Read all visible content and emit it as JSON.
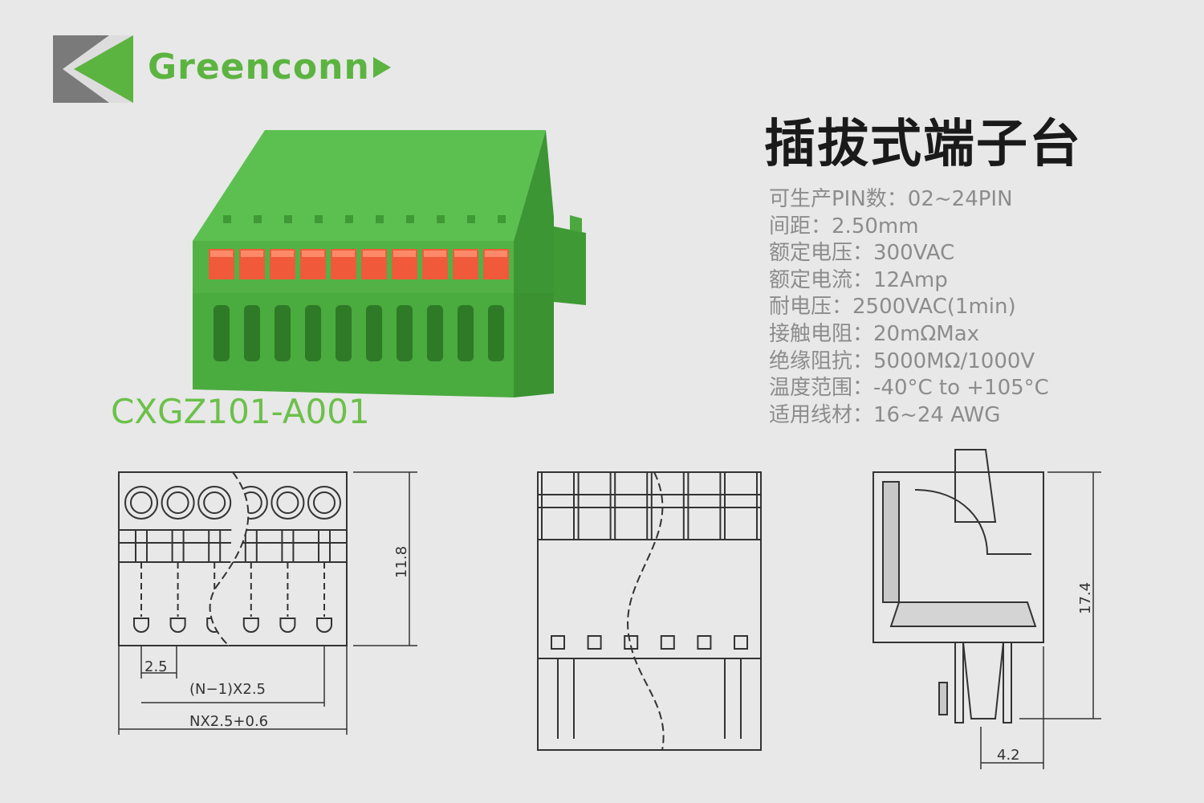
{
  "brand": {
    "name": "Greenconn",
    "accent": "#6cc04a",
    "logo_grey": "#7a7a7a"
  },
  "title": "插拔式端子台",
  "specs": [
    {
      "label": "可生产PIN数：",
      "value": "02~24PIN"
    },
    {
      "label": "间距：",
      "value": "2.50mm"
    },
    {
      "label": "额定电压：",
      "value": "300VAC"
    },
    {
      "label": "额定电流：",
      "value": "12Amp"
    },
    {
      "label": "耐电压：",
      "value": "2500VAC(1min)"
    },
    {
      "label": "接触电阻：",
      "value": "20mΩMax"
    },
    {
      "label": "绝缘阻抗：",
      "value": "5000MΩ/1000V"
    },
    {
      "label": "温度范围：",
      "value": "-40°C to +105°C"
    },
    {
      "label": "适用线材：",
      "value": "16~24 AWG"
    }
  ],
  "model": "CXGZ101-A001",
  "drawing": {
    "front": {
      "pitch": "2.5",
      "span": "(N−1)X2.5",
      "total": "NX2.5+0.6",
      "height": "11.8"
    },
    "side": {
      "height": "17.4",
      "width": "4.2"
    }
  }
}
